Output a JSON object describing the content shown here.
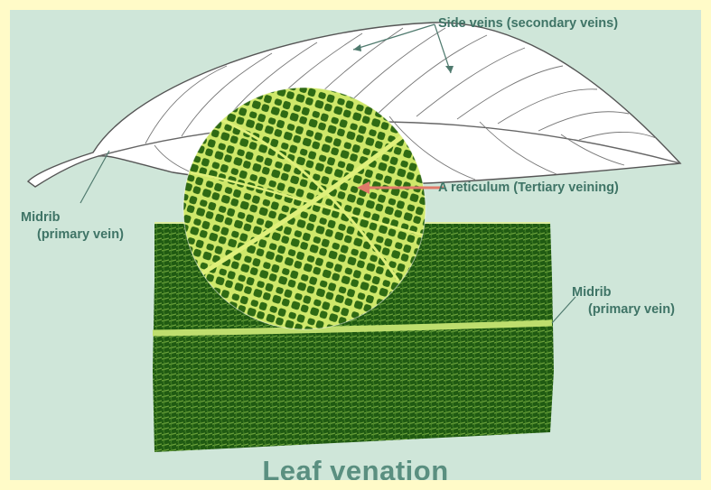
{
  "diagram": {
    "title": "Leaf venation",
    "labels": {
      "side_veins": "Side veins (secondary veins)",
      "reticulum": "A reticulum (Tertiary veining)",
      "midrib_top_line1": "Midrib",
      "midrib_top_line2": "(primary vein)",
      "midrib_right_line1": "Midrib",
      "midrib_right_line2": "(primary vein)"
    },
    "colors": {
      "frame": "#fffbc8",
      "background": "#cfe6d9",
      "label_text": "#3f7466",
      "leaf_dark": "#1f5a12",
      "vein_light": "#cfe86a",
      "pointer_arrow": "#e07a6a"
    }
  }
}
